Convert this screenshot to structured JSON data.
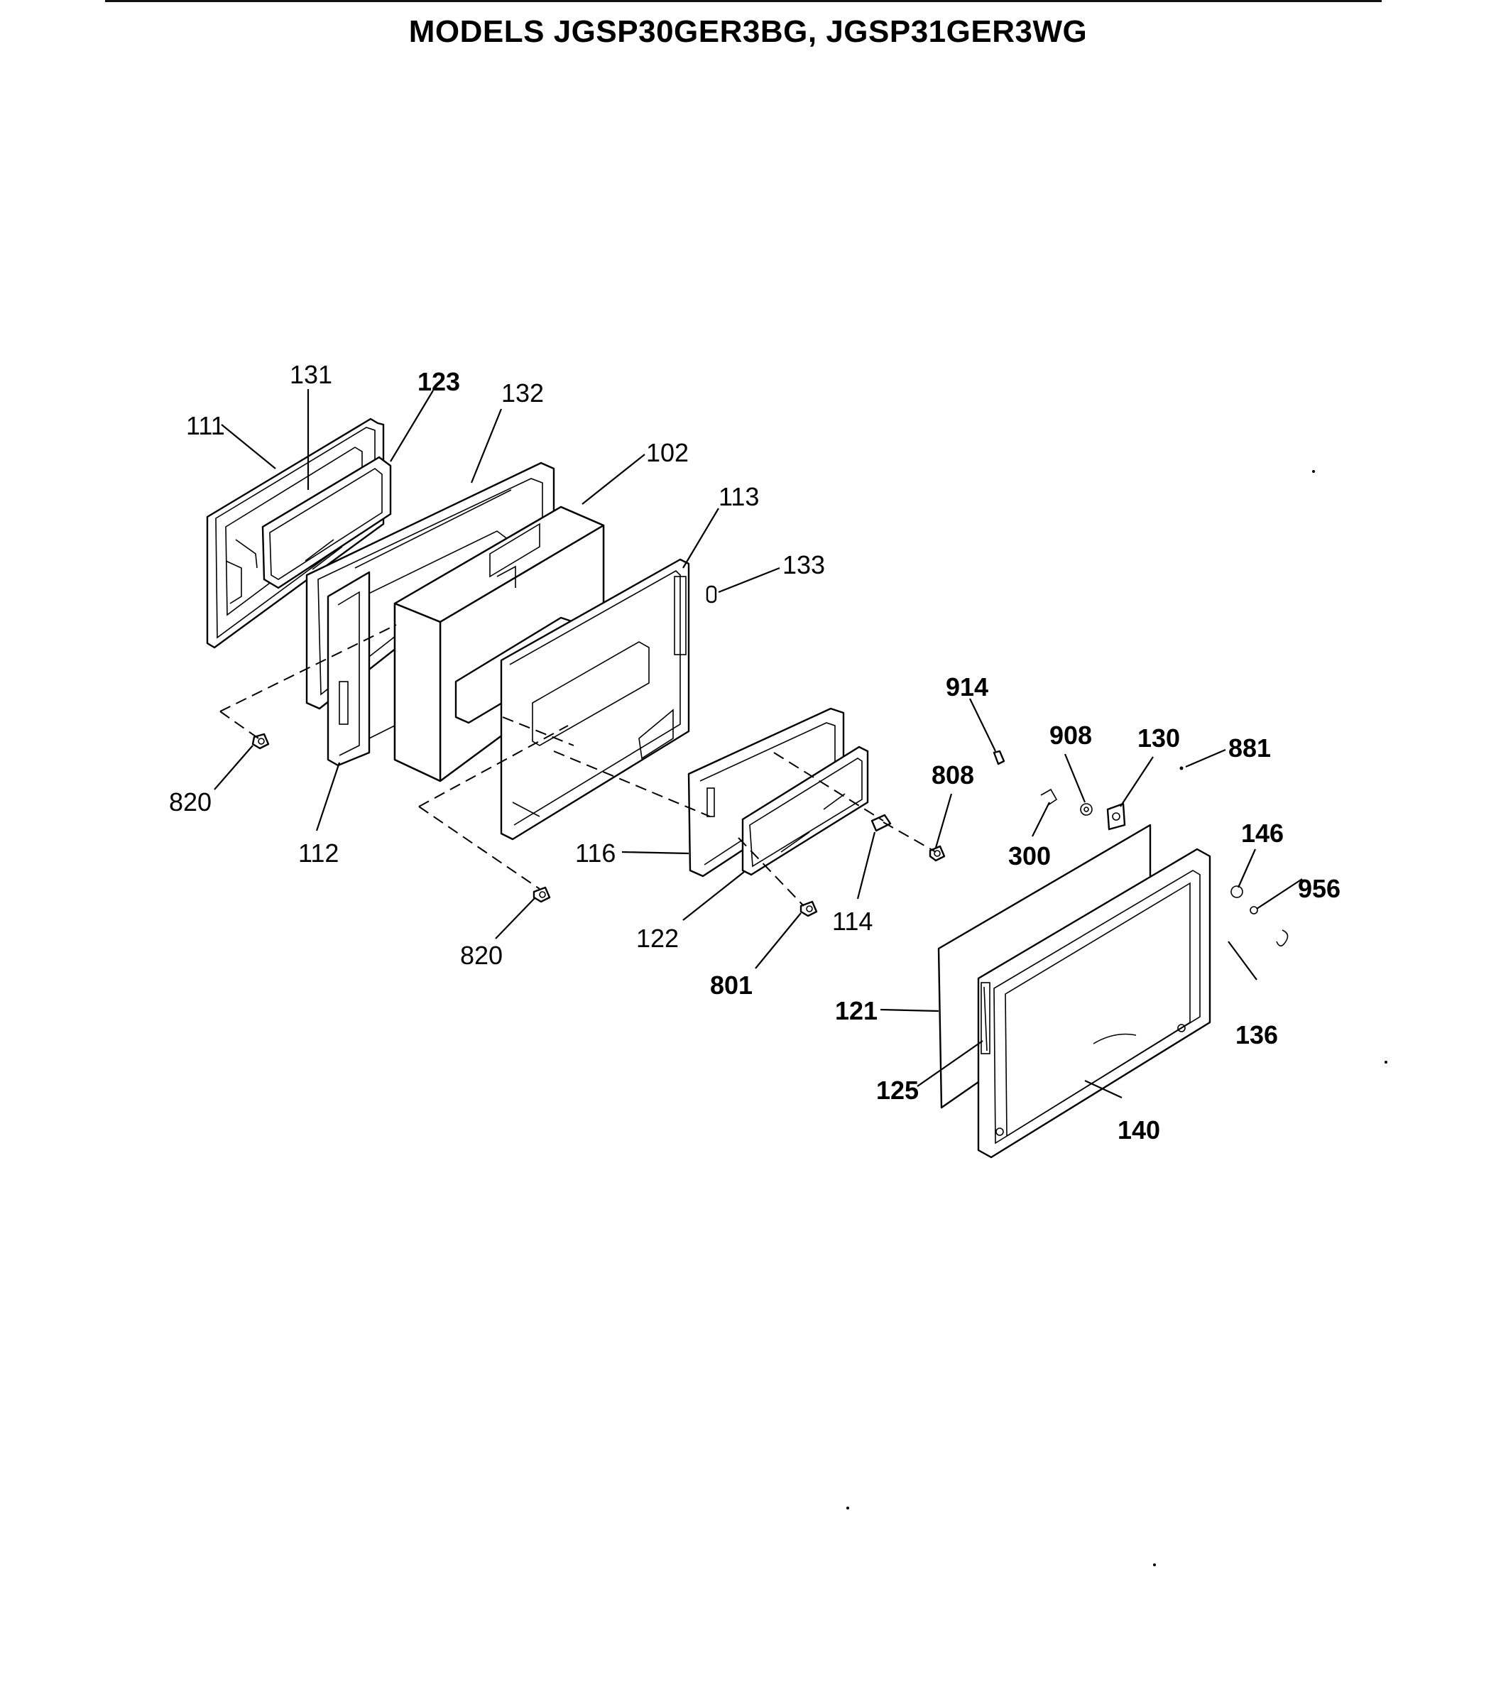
{
  "header": {
    "title": "MODELS JGSP30GER3BG, JGSP31GER3WG"
  },
  "callouts": [
    {
      "id": "c111",
      "text": "111"
    },
    {
      "id": "c131",
      "text": "131"
    },
    {
      "id": "c123",
      "text": "123"
    },
    {
      "id": "c132",
      "text": "132"
    },
    {
      "id": "c102",
      "text": "102"
    },
    {
      "id": "c113",
      "text": "113"
    },
    {
      "id": "c133",
      "text": "133"
    },
    {
      "id": "c914",
      "text": "914"
    },
    {
      "id": "c908",
      "text": "908"
    },
    {
      "id": "c130",
      "text": "130"
    },
    {
      "id": "c881",
      "text": "881"
    },
    {
      "id": "c808",
      "text": "808"
    },
    {
      "id": "c300",
      "text": "300"
    },
    {
      "id": "c146",
      "text": "146"
    },
    {
      "id": "c956",
      "text": "956"
    },
    {
      "id": "c820a",
      "text": "820"
    },
    {
      "id": "c112",
      "text": "112"
    },
    {
      "id": "c116",
      "text": "116"
    },
    {
      "id": "c820b",
      "text": "820"
    },
    {
      "id": "c122",
      "text": "122"
    },
    {
      "id": "c114",
      "text": "114"
    },
    {
      "id": "c801",
      "text": "801"
    },
    {
      "id": "c121",
      "text": "121"
    },
    {
      "id": "c136",
      "text": "136"
    },
    {
      "id": "c125",
      "text": "125"
    },
    {
      "id": "c140",
      "text": "140"
    }
  ]
}
